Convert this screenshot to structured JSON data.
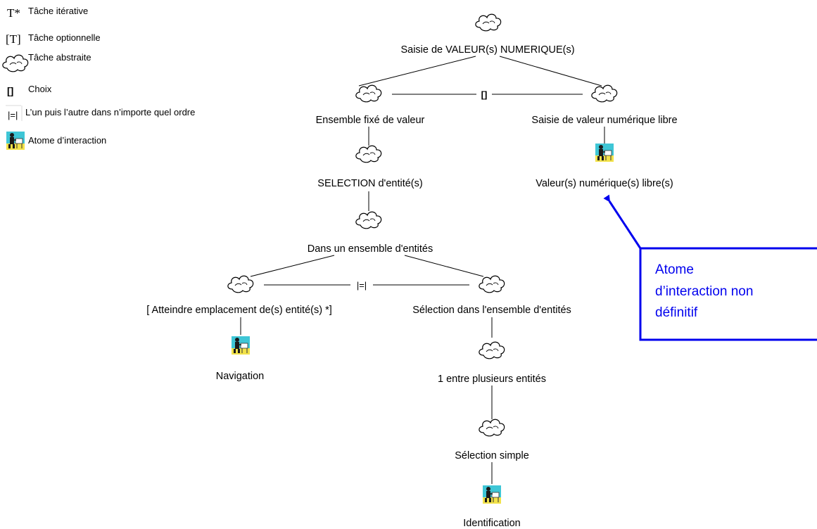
{
  "legend": [
    {
      "symbol": "T*",
      "label": "Tâche itérative"
    },
    {
      "symbol": "[T]",
      "label": "Tâche optionnelle"
    },
    {
      "symbol": "cloud-icon",
      "label": "Tâche abstraite"
    },
    {
      "symbol": "[]",
      "label": "Choix"
    },
    {
      "symbol": "|=|",
      "label": "L’un puis l’autre dans n’importe quel ordre"
    },
    {
      "symbol": "interaction-atom-icon",
      "label": "Atome d’interaction"
    }
  ],
  "nodes": {
    "root": {
      "label": "Saisie de VALEUR(s) NUMERIQUE(s)"
    },
    "fixed_set": {
      "label": "Ensemble fixé de valeur"
    },
    "free_entry": {
      "label": "Saisie de valeur numérique libre"
    },
    "free_values": {
      "label": "Valeur(s) numérique(s) libre(s)"
    },
    "entity_selection": {
      "label": "SELECTION d'entité(s)"
    },
    "entity_set": {
      "label": "Dans un ensemble d'entités"
    },
    "reach_location": {
      "label": "[ Atteindre emplacement de(s) entité(s) *]"
    },
    "select_in_set": {
      "label": "Sélection dans l'ensemble d'entités"
    },
    "navigation": {
      "label": "Navigation"
    },
    "one_among": {
      "label": "1 entre plusieurs entités"
    },
    "simple_selection": {
      "label": "Sélection simple"
    },
    "identification": {
      "label": "Identification"
    }
  },
  "operators": {
    "choice": "[]",
    "any_order": "|=|"
  },
  "callout": {
    "text_lines": [
      "Atome",
      "d’interaction non",
      "définitif"
    ],
    "color": "#0000ee"
  },
  "colors": {
    "line": "#000000",
    "callout": "#0000ee",
    "atom_background": "#3ec6d6",
    "atom_floor": "#f2e24a"
  }
}
